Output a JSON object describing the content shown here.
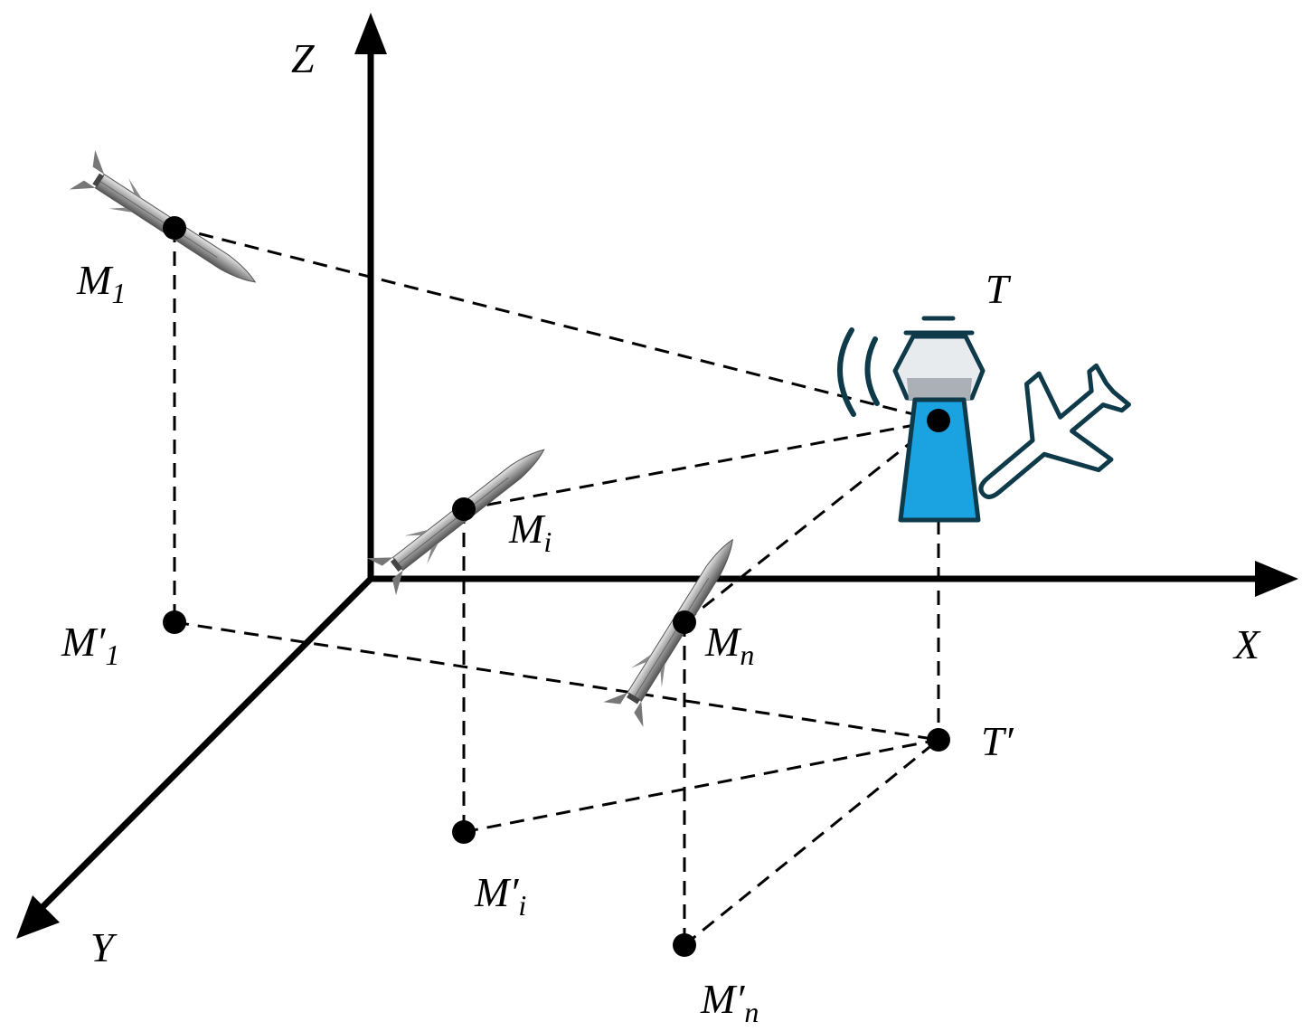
{
  "axes": {
    "x_label": "X",
    "y_label": "Y",
    "z_label": "Z"
  },
  "points": {
    "m1": {
      "base": "M",
      "sub": "1"
    },
    "mi": {
      "base": "M",
      "sub": "i"
    },
    "mn": {
      "base": "M",
      "sub": "n"
    },
    "m1p": {
      "base": "M′",
      "sub": "1"
    },
    "mip": {
      "base": "M′",
      "sub": "i"
    },
    "mnp": {
      "base": "M′",
      "sub": "n"
    },
    "t": {
      "base": "T"
    },
    "tp": {
      "base": "T′"
    }
  },
  "colors": {
    "tower_body": "#1aa3e0",
    "tower_outline": "#0f3a4a",
    "missile_body": "#9a9a9a"
  },
  "icons": [
    "missile-icon",
    "radar-tower-icon",
    "airplane-icon",
    "radio-waves-icon"
  ]
}
